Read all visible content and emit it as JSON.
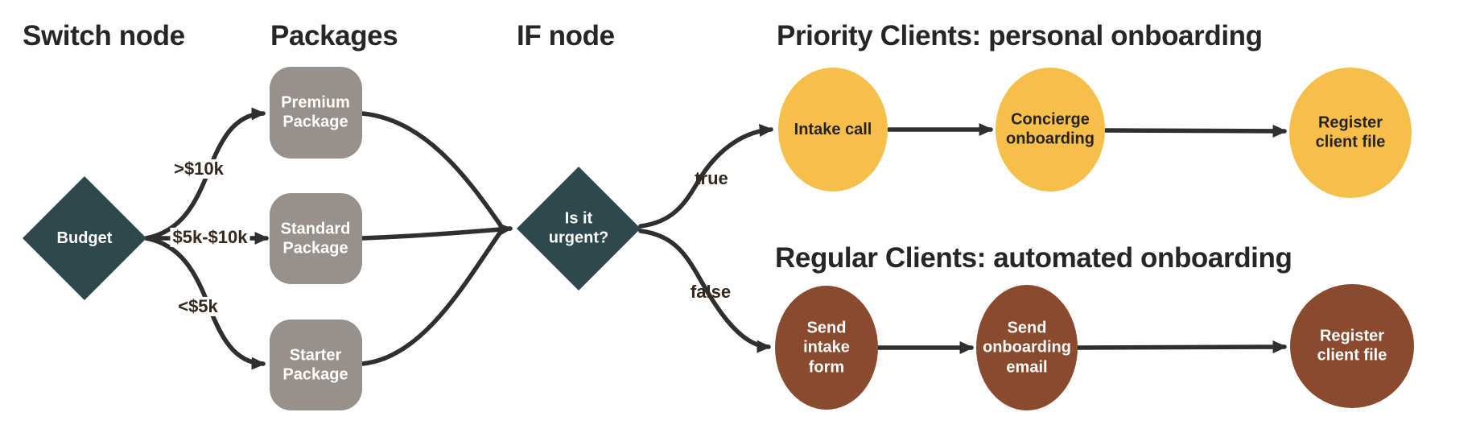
{
  "colors": {
    "background": "#ffffff",
    "diamond_fill": "#2e484b",
    "package_fill": "#96918d",
    "priority_fill": "#f5bf4a",
    "regular_fill": "#8a4a2e",
    "edge_stroke": "#2f2f2f",
    "edge_label_text": "#37281d",
    "heading_text": "#262626",
    "node_text_light": "#ffffff",
    "node_text_dark": "#2a221a"
  },
  "headings": {
    "switch_node": "Switch node",
    "packages": "Packages",
    "if_node": "IF node",
    "priority": "Priority Clients: personal onboarding",
    "regular": "Regular Clients: automated onboarding"
  },
  "nodes": {
    "budget": "Budget",
    "premium": "Premium Package",
    "standard": "Standard Package",
    "starter": "Starter Package",
    "urgent": "Is it urgent?",
    "intake_call": "Intake call",
    "concierge": "Concierge onboarding",
    "register_priority": "Register client file",
    "send_form": "Send intake form",
    "send_email": "Send onboarding email",
    "register_regular": "Register client file"
  },
  "edge_labels": {
    "over_10k": ">$10k",
    "mid_range": "$5k-$10k",
    "under_5k": "<$5k",
    "if_true": "true",
    "if_false": "false"
  }
}
